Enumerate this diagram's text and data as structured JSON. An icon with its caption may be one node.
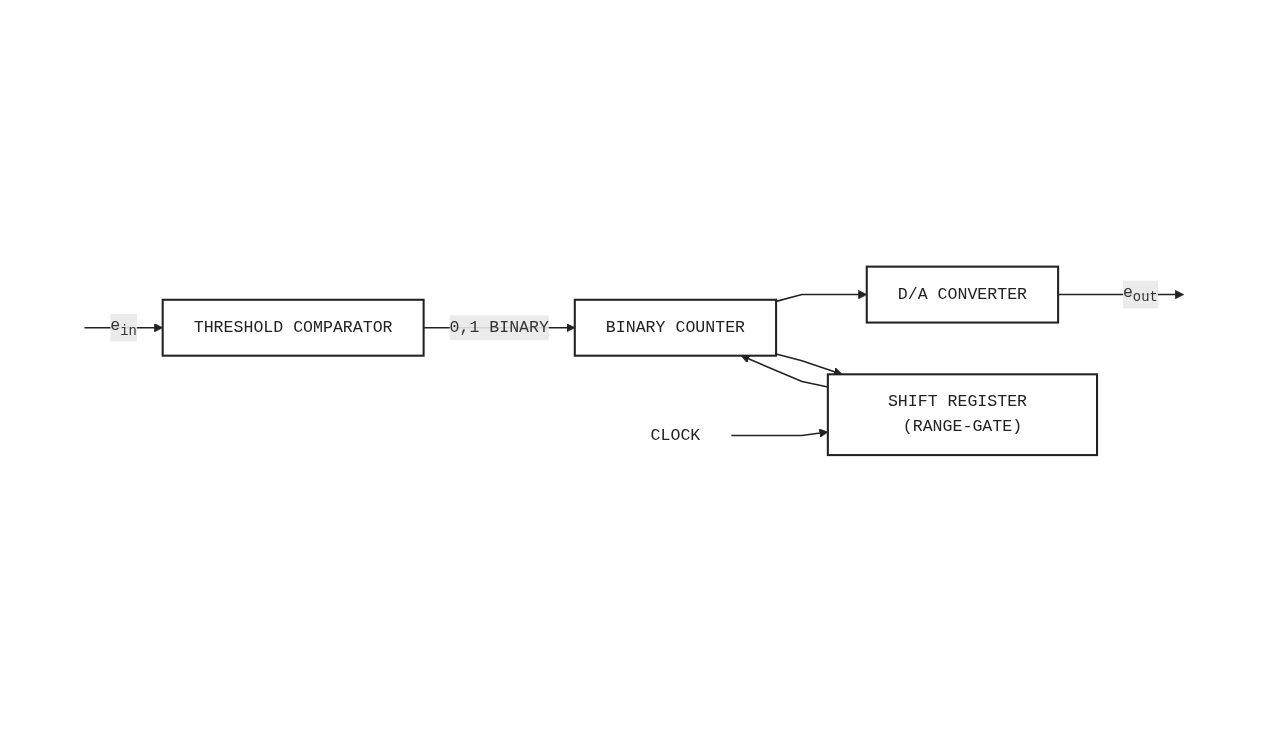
{
  "diagram": {
    "nodes": [
      {
        "text": [
          "THRESHOLD COMPARATOR"
        ]
      },
      {
        "text": [
          "BINARY COUNTER"
        ]
      },
      {
        "text": [
          "D/A CONVERTER"
        ]
      },
      {
        "text": [
          "SHIFT REGISTER (RANGE-GATE)"
        ]
      },
      {
        "text": [
          "CLOCK"
        ]
      }
    ],
    "edges": [
      {
        "from": null,
        "to": 0,
        "arrow": "to",
        "label": "e$_{in}$"
      },
      {
        "from": 0,
        "to": 1,
        "arrow": "to",
        "label": "0,1 BINARY"
      },
      {
        "from": 1,
        "to": 2,
        "arrow": "to"
      },
      {
        "from": 1,
        "to": 3,
        "arrow": "to"
      },
      {
        "from": 3,
        "to": 1,
        "arrow": "to"
      },
      {
        "from": 4,
        "to": 3,
        "arrow": "to"
      },
      {
        "from": 2,
        "to": null,
        "arrow": "to",
        "label": "e$_{out}$"
      }
    ]
  }
}
